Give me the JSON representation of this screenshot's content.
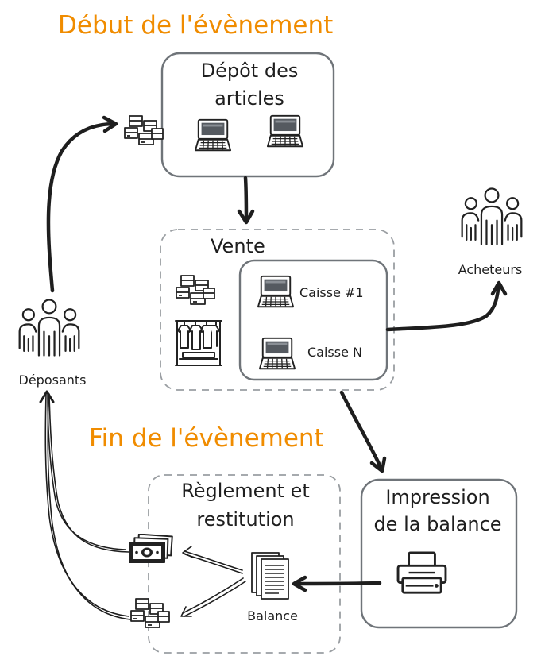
{
  "phases": {
    "start_title": "Début de l'évènement",
    "end_title": "Fin de l'évènement"
  },
  "boxes": {
    "depot": {
      "title_line1": "Dépôt des",
      "title_line2": "articles"
    },
    "vente": {
      "title": "Vente"
    },
    "caisses": {
      "caisse_1": "Caisse #1",
      "caisse_n": "Caisse N"
    },
    "impression": {
      "title_line1": "Impression",
      "title_line2": "de la balance"
    },
    "reglement": {
      "title_line1": "Règlement et",
      "title_line2": "restitution"
    }
  },
  "actors": {
    "deposants": "Déposants",
    "acheteurs": "Acheteurs"
  },
  "documents": {
    "balance": "Balance"
  },
  "colors": {
    "phase_title": "#f08c00",
    "stroke": "#1e1e1e",
    "box_border": "#6f7479",
    "dashed_border": "#9a9ea2",
    "laptop_screen": "#555a60"
  },
  "icons": [
    "boxes-icon",
    "laptop-icon",
    "people-group-icon",
    "clothes-rack-icon",
    "printer-icon",
    "document-stack-icon",
    "banknotes-icon"
  ]
}
